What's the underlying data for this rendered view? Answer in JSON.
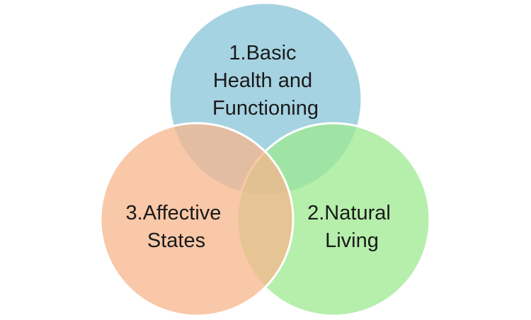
{
  "diagram": {
    "sets": [
      {
        "id": "basic-health",
        "label_lines": [
          "1.Basic",
          "Health and",
          "Functioning"
        ],
        "fill": "#93c9dc"
      },
      {
        "id": "natural-living",
        "label_lines": [
          "2.Natural",
          "Living"
        ],
        "fill": "#9ce98f"
      },
      {
        "id": "affective-states",
        "label_lines": [
          "3.Affective",
          "States"
        ],
        "fill": "#f7b58b"
      }
    ]
  }
}
